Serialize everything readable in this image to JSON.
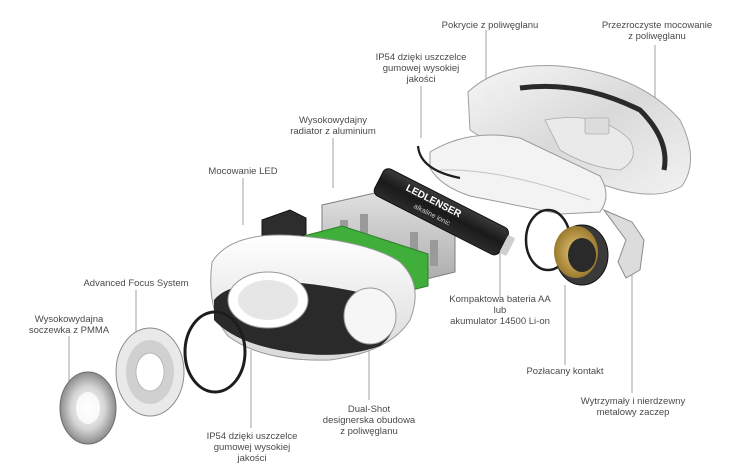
{
  "labels": {
    "polycarbonate_cover": "Pokrycie z poliwęglanu",
    "transparent_mount": "Przezroczyste mocowanie\nz poliwęglanu",
    "ip54_top": "IP54 dzięki uszczelce\ngumowej wysokiej\njakości",
    "heatsink": "Wysokowydajny\nradiator z aluminium",
    "led_mount": "Mocowanie LED",
    "advanced_focus": "Advanced Focus System",
    "pmma_lens": "Wysokowydajna\nsoczewka z PMMA",
    "battery": "Kompaktowa bateria AA\nlub\nakumulator 14500 Li-on",
    "gold_contact": "Pozłacany kontakt",
    "dual_shot": "Dual-Shot\ndesignerska obudowa\nz poliwęglanu",
    "ip54_bottom": "IP54 dzięki uszczelce\ngumowej wysokiej\njakości",
    "clip": "Wytrzymały i nierdzewny\nmetalowy zaczep"
  },
  "battery_print": {
    "brand": "LEDLENSER",
    "type": "alkaline ionic"
  },
  "colors": {
    "pcb_green": "#3fae3a",
    "housing_white": "#f4f4f4",
    "housing_dark": "#2a2a2a",
    "label_text": "#4a4a4a",
    "leader_line": "#8a8a8a"
  }
}
